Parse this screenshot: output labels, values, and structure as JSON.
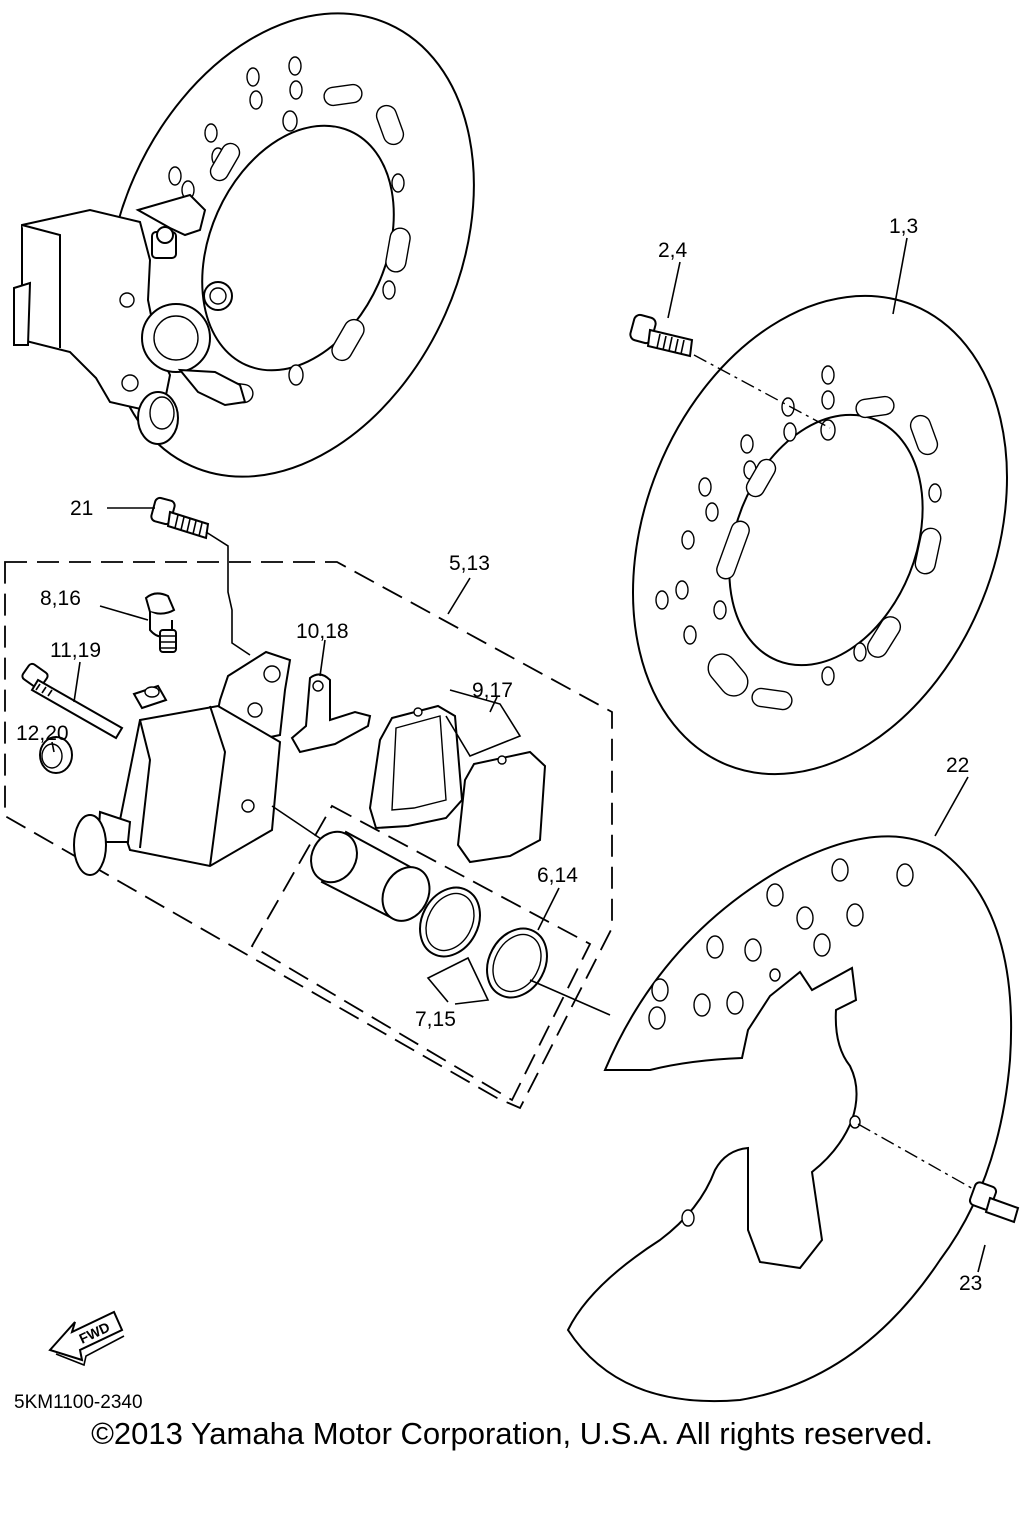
{
  "labels": {
    "l_1_3": "1,3",
    "l_2_4": "2,4",
    "l_21": "21",
    "l_5_13": "5,13",
    "l_8_16": "8,16",
    "l_10_18": "10,18",
    "l_11_19": "11,19",
    "l_9_17": "9,17",
    "l_12_20": "12,20",
    "l_22": "22",
    "l_6_14": "6,14",
    "l_7_15": "7,15",
    "l_23": "23"
  },
  "fwd_text": "FWD",
  "drawing_code": "5KM1100-2340",
  "copyright": "©2013 Yamaha Motor Corporation, U.S.A. All rights reserved."
}
